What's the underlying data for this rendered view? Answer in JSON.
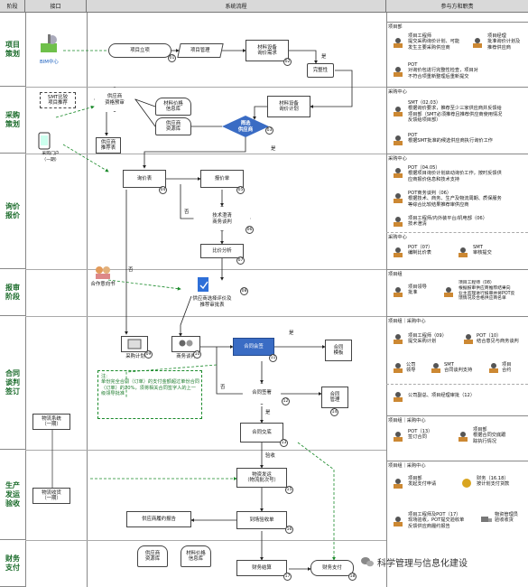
{
  "headers": {
    "stage": "阶段",
    "interface": "接口",
    "system": "系统流程",
    "roles": "参与方和职责"
  },
  "stages": [
    "项目\n策划",
    "采购\n策划",
    "询价\n报价",
    "报审\n阶段",
    "合同\n谈判\n签订",
    "生产\n发运\n验收",
    "财务\n支付"
  ],
  "interface": {
    "bim": "BIM中心",
    "smt": "SMT比较\n项目推荐",
    "portal": "采购门户\n（一期）",
    "cooperation": "合作意向书",
    "material_sys": "物流系统\n（一期）",
    "material_receipt": "物流收货\n（一期）"
  },
  "nodes": {
    "project_setup": "项目立项",
    "project_mgmt": "项目管理",
    "material_demand": "材料设备\n询价需求",
    "completeness": "完整性",
    "supplier_select": "供应商\n资格预审",
    "material_price_db": "材料价格\n信息库",
    "supplier_db": "供应商\n资源库",
    "material_inquiry_plan": "材料设备\n询价计划",
    "select_supplier": "筛选\n供应商",
    "supplier_recommend": "供应商\n推荐表",
    "inquiry_list": "询价表",
    "quote_list": "报价单",
    "tech_business_talk": "技术澄清\n商务谈判",
    "compare_analysis": "比价分析",
    "supplier_eval": "供应商选择评价及\n推荐审批表",
    "purchase_plan": "采购计划",
    "business_talk": "商务谈判",
    "contract_draft": "合同会签",
    "contract_template": "合同\n模板",
    "contract_sign": "合同签署",
    "contract_mgmt": "合同\n管理",
    "contract_delivery": "合同交底",
    "material_send": "物资发运\n（物流批次号）",
    "supplier_report": "供应商履约报告",
    "arrival_receipt": "到场验收单",
    "supplier_res_db": "供应商\n资源库",
    "material_price_db2": "材料价格\n信息库",
    "finance_settle": "财务结算",
    "finance_pay": "财务支付"
  },
  "edge_labels": {
    "yes": "是",
    "no": "否",
    "pass": "验收"
  },
  "green_note": "注:\n单份完全合同（订单）的支付金额超过单份合同（订单）的20%，须将相关合同签字人的上一级领导批准",
  "roles": {
    "p1_dept": "项目部",
    "p1_a": "项目工程师\n提交采购询价计划、可能\n发生主要采购供应商",
    "p1_b": "项目经理\n批准询价计划及\n推荐供应商",
    "p1_c": "POT\n对询价包进行完整性检查，项目对\n不符合项重新整理后重新提交",
    "p2_dept": "采购中心",
    "p2_a": "SMT（02.03）\n根据询价要求，推荐至少三家供应商并反馈给\n项目部（SMT必须推荐且推荐供应商使用情况\n反馈给项目部）",
    "p2_b": "POT\n根据SMT批准的候选供应商执行询价工作",
    "p3_dept": "采购中心",
    "p3_a": "POT（04.05）\n根据项目询价计划启动询价工作，按时反馈供\n应商报价信息和技术支持",
    "p3_b": "POT商务谈判（06）\n根据技术、商务、生产及物流周期、质保服务\n等综合比较结果推荐审供应商",
    "p3_c": "项目工程师/内外装平台/机电部（06）\n技术澄清",
    "p3_dept2": "采购中心",
    "p3_d": "POT（07）\n编制比价表",
    "p3_e": "SMT\n审核提交",
    "p4_dept": "项目组",
    "p4_a": "项目领导\n批准",
    "p4_b": "项目工程师（08）\n根据报审供应商推荐结果向\n业主监理进行报审并将POT反\n馈情况及合格供应商名单",
    "p5_dept": "项目组｜采购中心",
    "p5_a": "项目工程师（09）\n提交采购计划",
    "p5_b": "POT（10）\n结合意见与商务谈判",
    "p5_c": "公司\n领导",
    "p5_d": "SMT\n合同谈判支持",
    "p5_e": "项目\n合约",
    "p5_f": "公司副总、项目经理审批（12）",
    "p6_dept": "项目组｜采购中心",
    "p6_a": "POT（13）\n签订合同",
    "p6_b": "项目部\n根据合同交底跟\n踪执行情况",
    "p7_dept": "项目组｜采购中心",
    "p7_a": "项目部\n发起支付申请",
    "p7_b": "财务（16.18）\n按计划支付货款",
    "p7_c": "项目工程师及POT（17）\n现场验收，POT提交验收单\n反馈供应商履约报告",
    "p7_d": "物资管理员\n验收收货"
  },
  "watermark": "科学管理与信息化建设"
}
